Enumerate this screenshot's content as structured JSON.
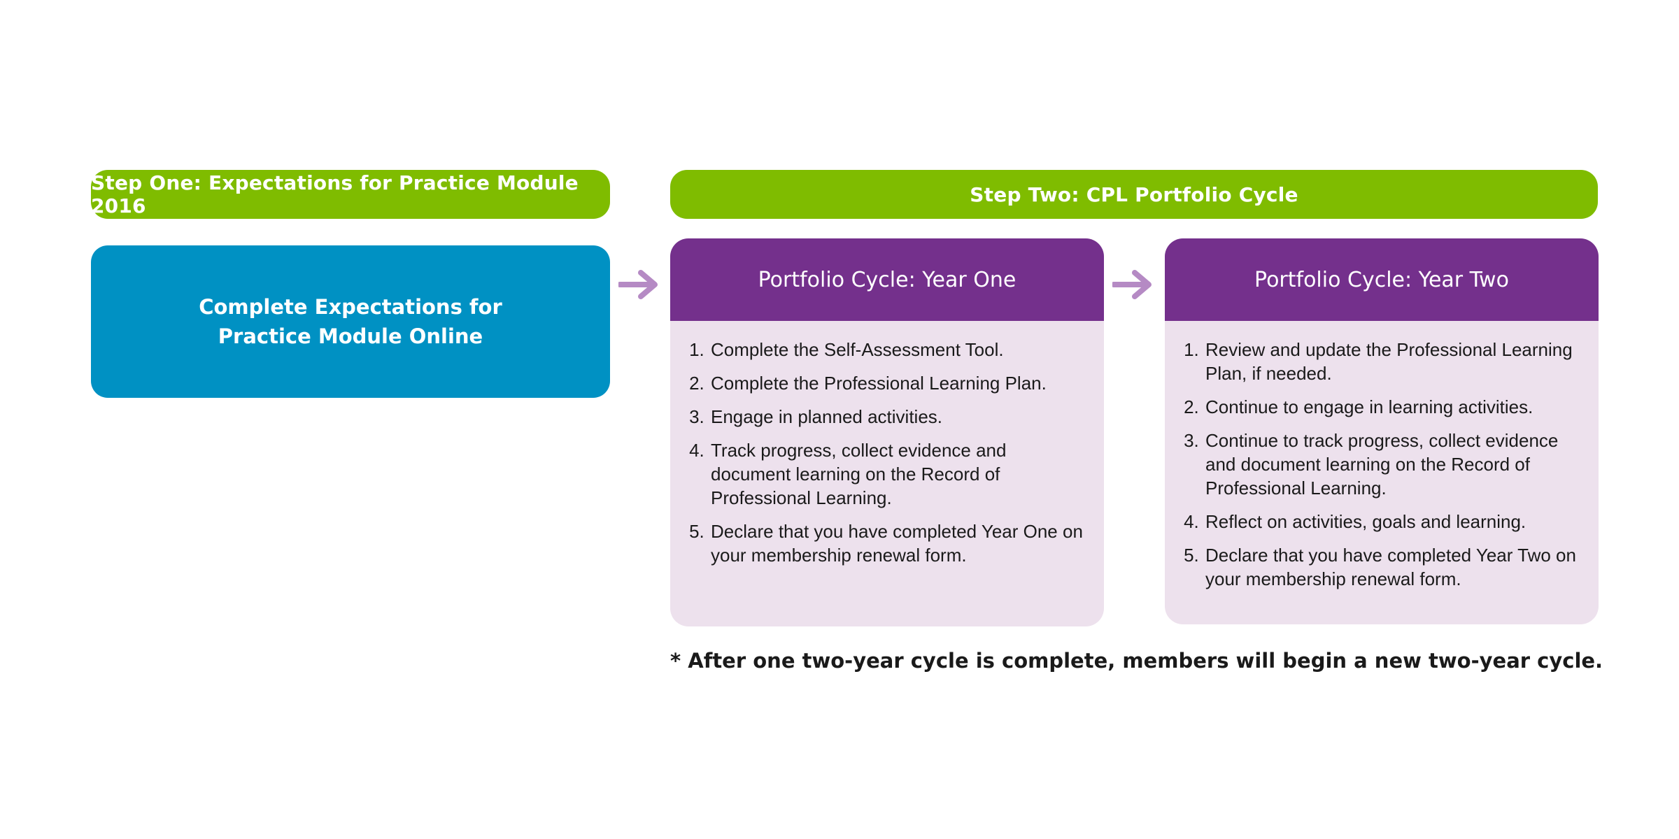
{
  "step_one": {
    "header": "Step One: Expectations for Practice Module 2016",
    "box_text": "Complete Expectations for\nPractice Module Online"
  },
  "step_two": {
    "header": "Step Two: CPL Portfolio Cycle",
    "year_one": {
      "title": "Portfolio Cycle: Year One",
      "items": [
        "Complete the Self-Assessment Tool.",
        "Complete the Professional Learning Plan.",
        "Engage in planned activities.",
        "Track progress, collect evidence and document learning on the Record of Professional Learning.",
        "Declare that you have completed Year One on your membership renewal form."
      ]
    },
    "year_two": {
      "title": "Portfolio Cycle: Year Two",
      "items": [
        "Review and update the Professional Learning Plan, if needed.",
        "Continue to engage in learning activities.",
        "Continue to track progress, collect evidence and document learning on the Record of Professional Learning.",
        "Reflect on activities, goals and learning.",
        "Declare that you have completed Year Two on your membership renewal form."
      ]
    }
  },
  "footnote": "* After one two-year cycle is complete, members will begin a new two-year cycle.",
  "colors": {
    "green": "#7fbc00",
    "blue": "#0091c3",
    "purple": "#74308c",
    "lavender": "#ede1ed",
    "arrow": "#b58ac4"
  },
  "icons": {
    "flow_arrow": "arrow-right-icon"
  }
}
